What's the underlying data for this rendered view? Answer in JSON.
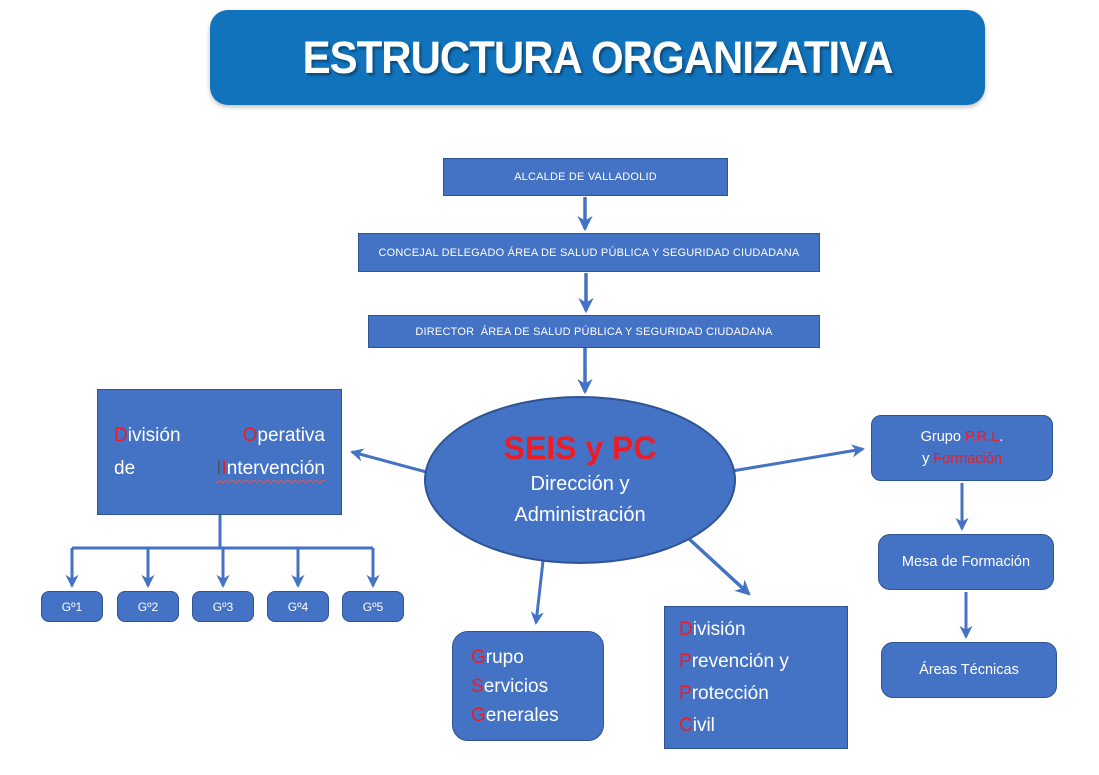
{
  "colors": {
    "banner_blue": "#1173BC",
    "node_blue": "#4472C4",
    "node_border": "#2E5494",
    "arrow_blue": "#4472C4",
    "red": "#ED1C24",
    "white": "#FFFFFF",
    "gray": "#555555",
    "wavy_underline": "#D85C5C"
  },
  "title": "ESTRUCTURA ORGANIZATIVA",
  "chain": {
    "alcalde": "ALCALDE DE VALLADOLID",
    "concejal": "CONCEJAL DELEGADO ÁREA DE SALUD PÚBLICA Y SEGURIDAD CIUDADANA",
    "director": "DIRECTOR  ÁREA DE SALUD PÚBLICA Y SEGURIDAD CIUDADANA"
  },
  "center": {
    "name": "SEIS y PC",
    "subtitle": "Dirección y Administración"
  },
  "division_operativa": {
    "line1_left": [
      {
        "t": "D",
        "c": "red"
      },
      {
        "t": "ivisión",
        "c": "white"
      }
    ],
    "line1_right": [
      {
        "t": "O",
        "c": "red"
      },
      {
        "t": "perativa",
        "c": "white"
      }
    ],
    "line2_left": [
      {
        "t": "de",
        "c": "white"
      }
    ],
    "line2_right": [
      {
        "t": "I",
        "c": "gray"
      },
      {
        "t": "I",
        "c": "red"
      },
      {
        "t": "ntervención",
        "c": "white"
      }
    ]
  },
  "groups": [
    "Gº1",
    "Gº2",
    "Gº3",
    "Gº4",
    "Gº5"
  ],
  "grupo_prl": {
    "line1": [
      {
        "t": "Grupo ",
        "c": "white"
      },
      {
        "t": "P.R.L",
        "c": "red"
      },
      {
        "t": ".",
        "c": "white"
      }
    ],
    "line2": [
      {
        "t": "y ",
        "c": "white"
      },
      {
        "t": "Formación",
        "c": "red"
      }
    ]
  },
  "mesa_formacion": "Mesa de Formación",
  "areas_tecnicas": "Áreas Técnicas",
  "grupo_servicios": {
    "lines": [
      [
        {
          "t": "G",
          "c": "red"
        },
        {
          "t": "rupo",
          "c": "white"
        }
      ],
      [
        {
          "t": "S",
          "c": "red"
        },
        {
          "t": "ervicios",
          "c": "white"
        }
      ],
      [
        {
          "t": "G",
          "c": "red"
        },
        {
          "t": "enerales",
          "c": "white"
        }
      ]
    ]
  },
  "division_prevencion": {
    "lines": [
      [
        {
          "t": "D",
          "c": "red"
        },
        {
          "t": "ivisión",
          "c": "white"
        }
      ],
      [
        {
          "t": "P",
          "c": "red"
        },
        {
          "t": "revención y",
          "c": "white"
        }
      ],
      [
        {
          "t": "P",
          "c": "red"
        },
        {
          "t": "rotección",
          "c": "white"
        }
      ],
      [
        {
          "t": "C",
          "c": "red"
        },
        {
          "t": "ivil",
          "c": "white"
        }
      ]
    ]
  }
}
